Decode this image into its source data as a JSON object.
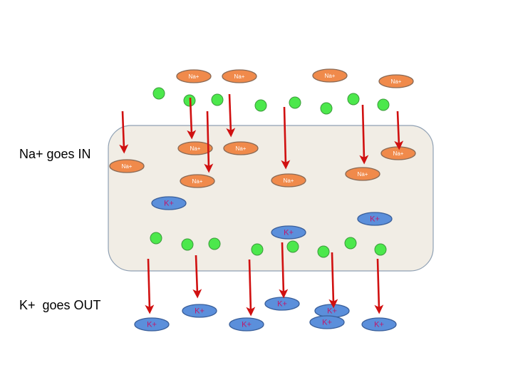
{
  "captions": {
    "na_in": "Na+ goes IN",
    "k_out": "K+  goes OUT"
  },
  "ions": {
    "sodium_label": "Na+",
    "potassium_label": "K+"
  },
  "colors": {
    "cell_fill": "#F1EDE5",
    "cell_stroke": "#8FA0B3",
    "sodium": "#F08A4B",
    "potassium": "#5B8FDB",
    "other_particle": "#4CE84C",
    "arrow": "#D01010",
    "potassium_text": "#C0186A"
  }
}
